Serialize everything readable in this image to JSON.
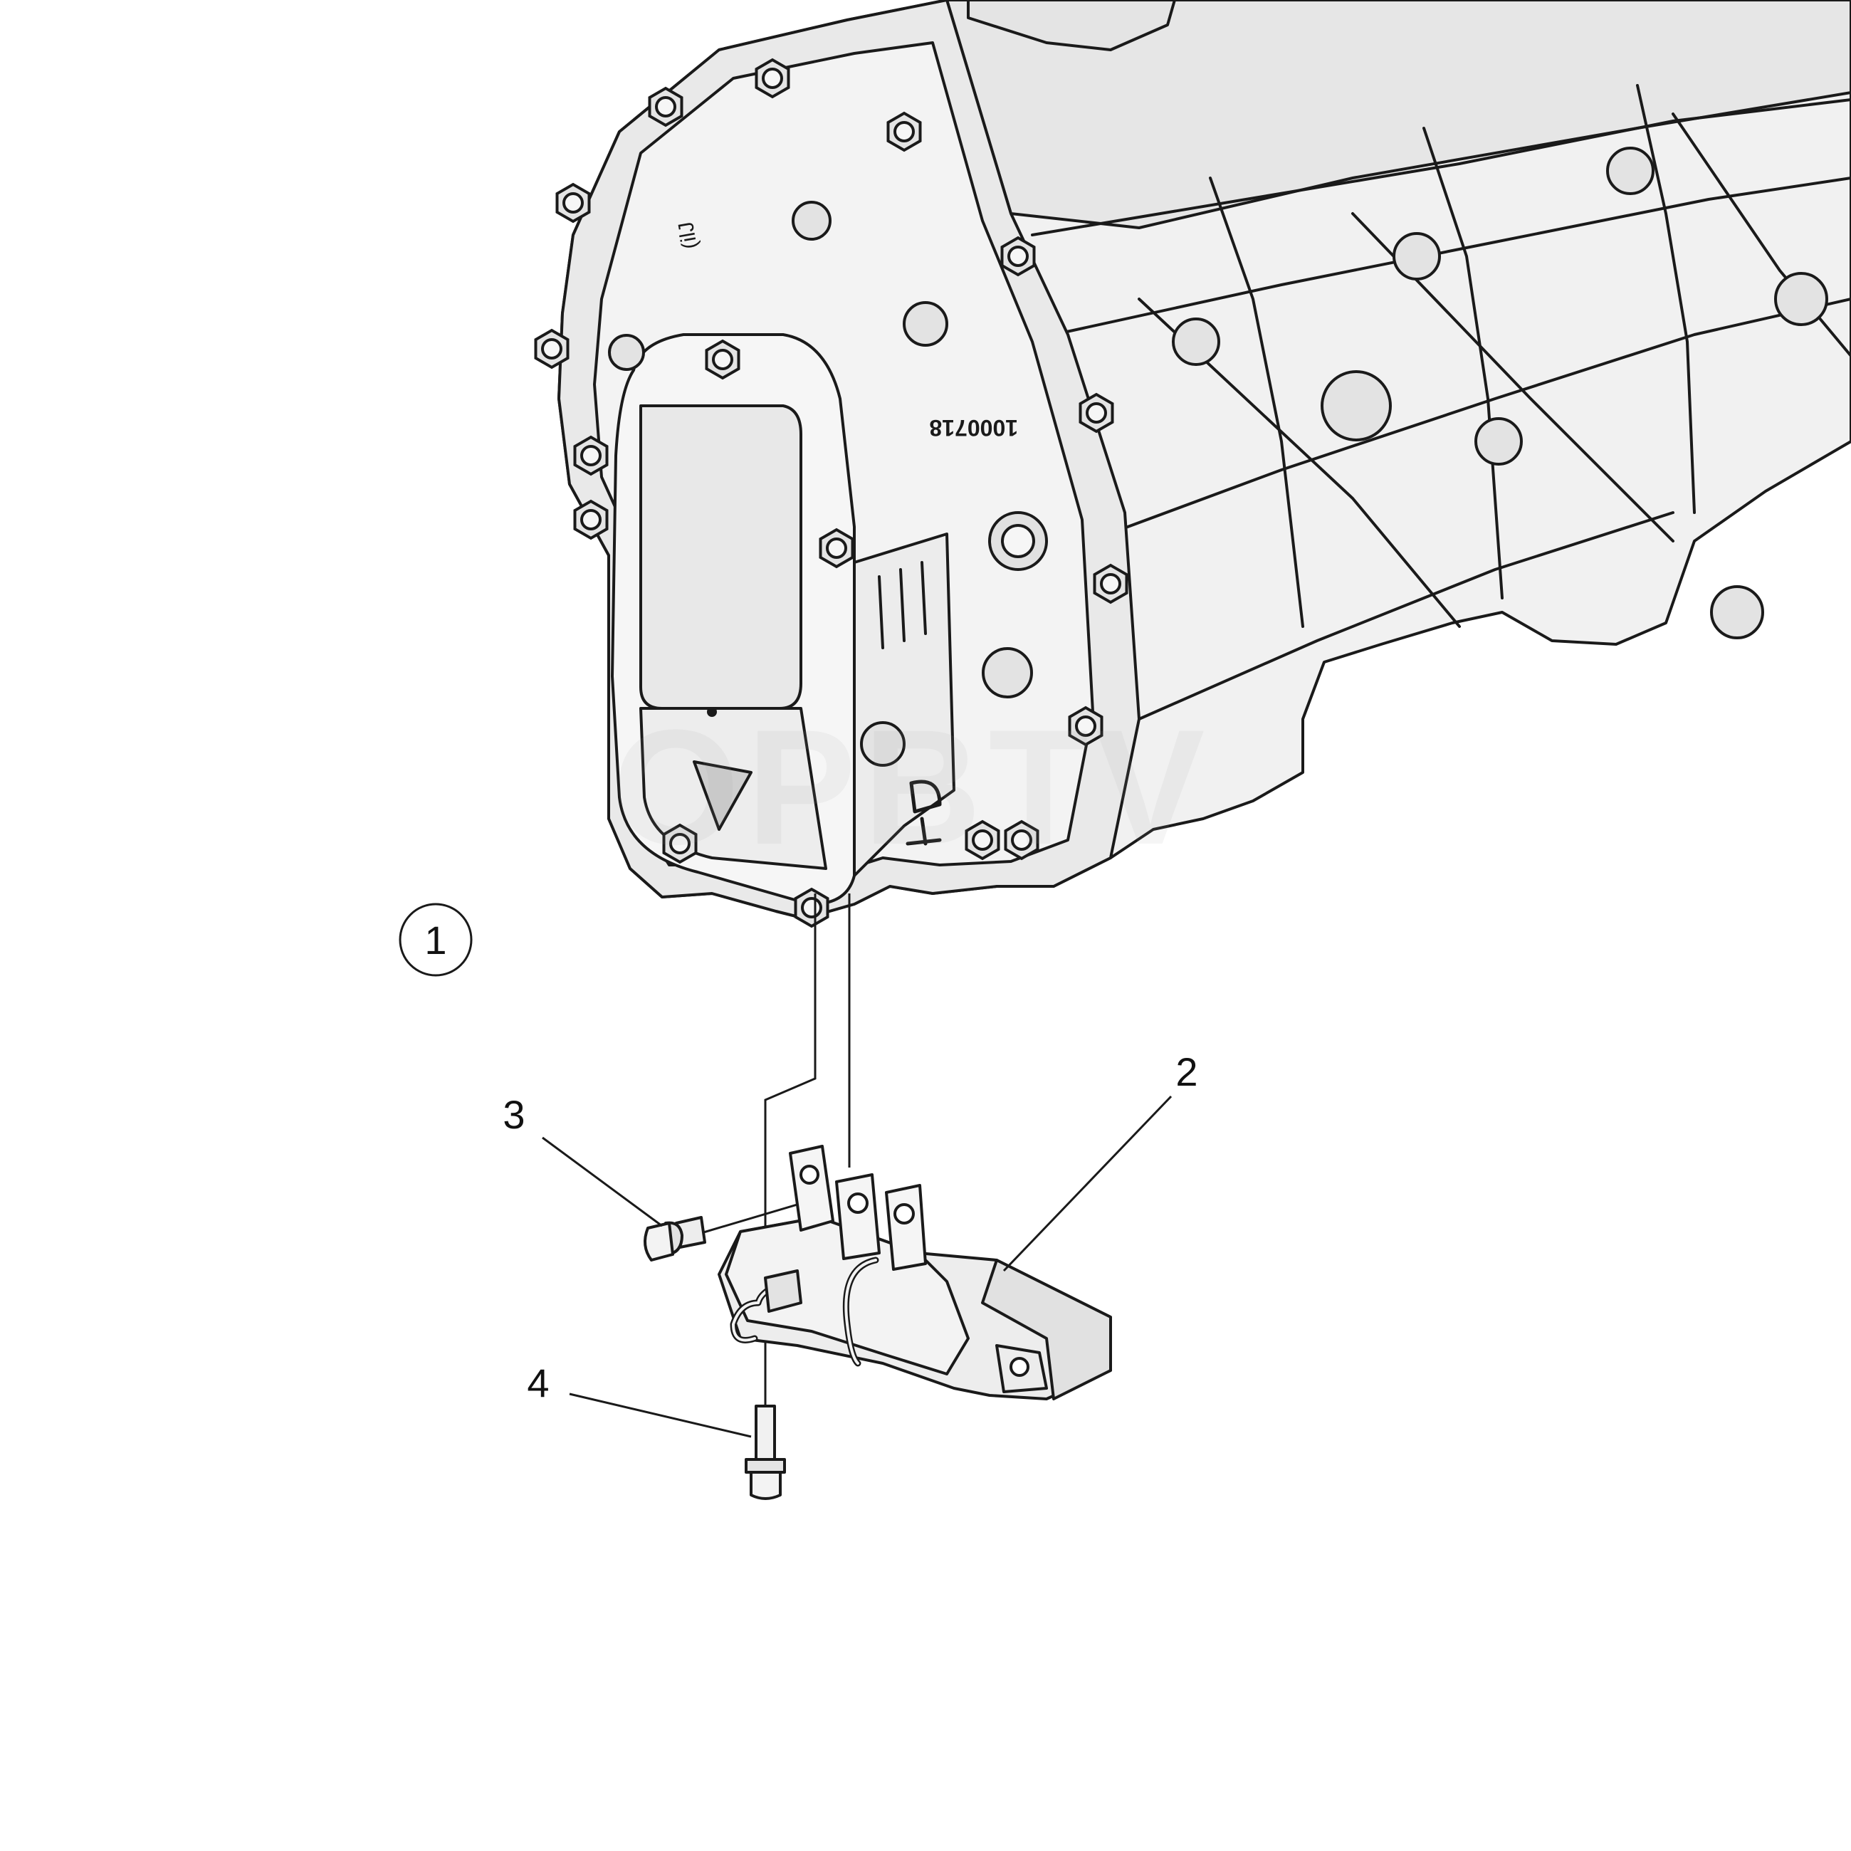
{
  "diagram": {
    "watermark": "OPBTV",
    "callouts": [
      {
        "id": "1",
        "label": "1",
        "part": "transmission-assembly",
        "circled": true
      },
      {
        "id": "2",
        "label": "2",
        "part": "wiring-bracket-assembly",
        "circled": false
      },
      {
        "id": "3",
        "label": "3",
        "part": "bracket-bolt-upper",
        "circled": false
      },
      {
        "id": "4",
        "label": "4",
        "part": "bracket-bolt-lower",
        "circled": false
      }
    ],
    "housing_markings": [
      "1000718",
      "(ilJ"
    ],
    "colors": {
      "line": "#1a1a1a",
      "body": "#f1f1f1",
      "body_shade": "#dedede",
      "body_dark": "#c6c6c6",
      "background": "#ffffff"
    }
  }
}
